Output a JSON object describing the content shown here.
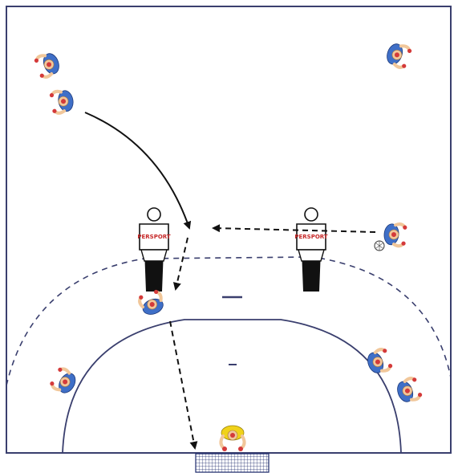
{
  "diagram": {
    "type": "handball-drill",
    "colors": {
      "court_line": "#3a3f6e",
      "paper": "#ffffff",
      "player_shirt": "#3f6fc7",
      "player_skin": "#f1c79a",
      "player_accent": "#d43a3a",
      "goalkeeper_shirt": "#f0d21a",
      "dummy_body": "#ffffff",
      "dummy_base": "#111111",
      "arrow": "#111111",
      "net": "#1d2a6b"
    },
    "dummies": [
      {
        "id": "left",
        "brand": "PERSPORT"
      },
      {
        "id": "right",
        "brand": "PERSPORT"
      }
    ],
    "players": [
      {
        "id": "p-top-left-1",
        "role": "attacker"
      },
      {
        "id": "p-top-left-2",
        "role": "attacker"
      },
      {
        "id": "p-top-right",
        "role": "attacker"
      },
      {
        "id": "p-right-ball",
        "role": "attacker-with-ball"
      },
      {
        "id": "p-center",
        "role": "attacker"
      },
      {
        "id": "p-left-wing",
        "role": "attacker"
      },
      {
        "id": "p-right-wing-1",
        "role": "attacker"
      },
      {
        "id": "p-right-wing-2",
        "role": "attacker"
      },
      {
        "id": "goalkeeper",
        "role": "goalkeeper"
      }
    ],
    "movements": [
      {
        "id": "run-curve",
        "style": "solid"
      },
      {
        "id": "pass-to-center",
        "style": "dashed"
      },
      {
        "id": "run-down",
        "style": "dashed"
      },
      {
        "id": "shot-to-goal",
        "style": "dashed"
      }
    ]
  }
}
